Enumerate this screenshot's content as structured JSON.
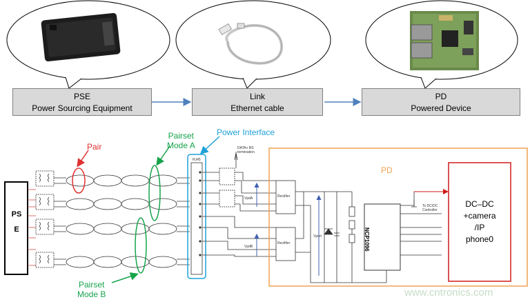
{
  "top_row": {
    "pse": {
      "title": "PSE",
      "subtitle": "Power Sourcing Equipment"
    },
    "link": {
      "title": "Link",
      "subtitle": "Ethernet cable"
    },
    "pd": {
      "title": "PD",
      "subtitle": "Powered Device"
    }
  },
  "schematic": {
    "pse_label": "PSE",
    "pair_label": "Pair",
    "pairset_a_label": [
      "Pairset",
      "Mode A"
    ],
    "pairset_b_label": [
      "Pairset",
      "Mode B"
    ],
    "power_interface_label": "Power Interface",
    "pd_label": "PD",
    "load_box": [
      "DC–DC",
      "+camera",
      "/IP",
      "phone0"
    ],
    "ic_label": "NCP1096",
    "rectifier_label": "Rectifier",
    "vpd_a": "VpdA",
    "vpd_b": "VpdB",
    "vport": "Vport",
    "rj45_label": "RJ45",
    "dc_dc_note": "To DC/DC Controller",
    "data_note": "DATA+ BS termination",
    "watermark": "www.cntronics.com"
  },
  "colors": {
    "box_fill": "#d9d9d9",
    "arrow": "#4f81bd",
    "pair_red": "#e03030",
    "pairset_green": "#16a34a",
    "power_interface_blue": "#1fa0d8",
    "pd_orange": "#f0a050",
    "load_red": "#d01818"
  }
}
